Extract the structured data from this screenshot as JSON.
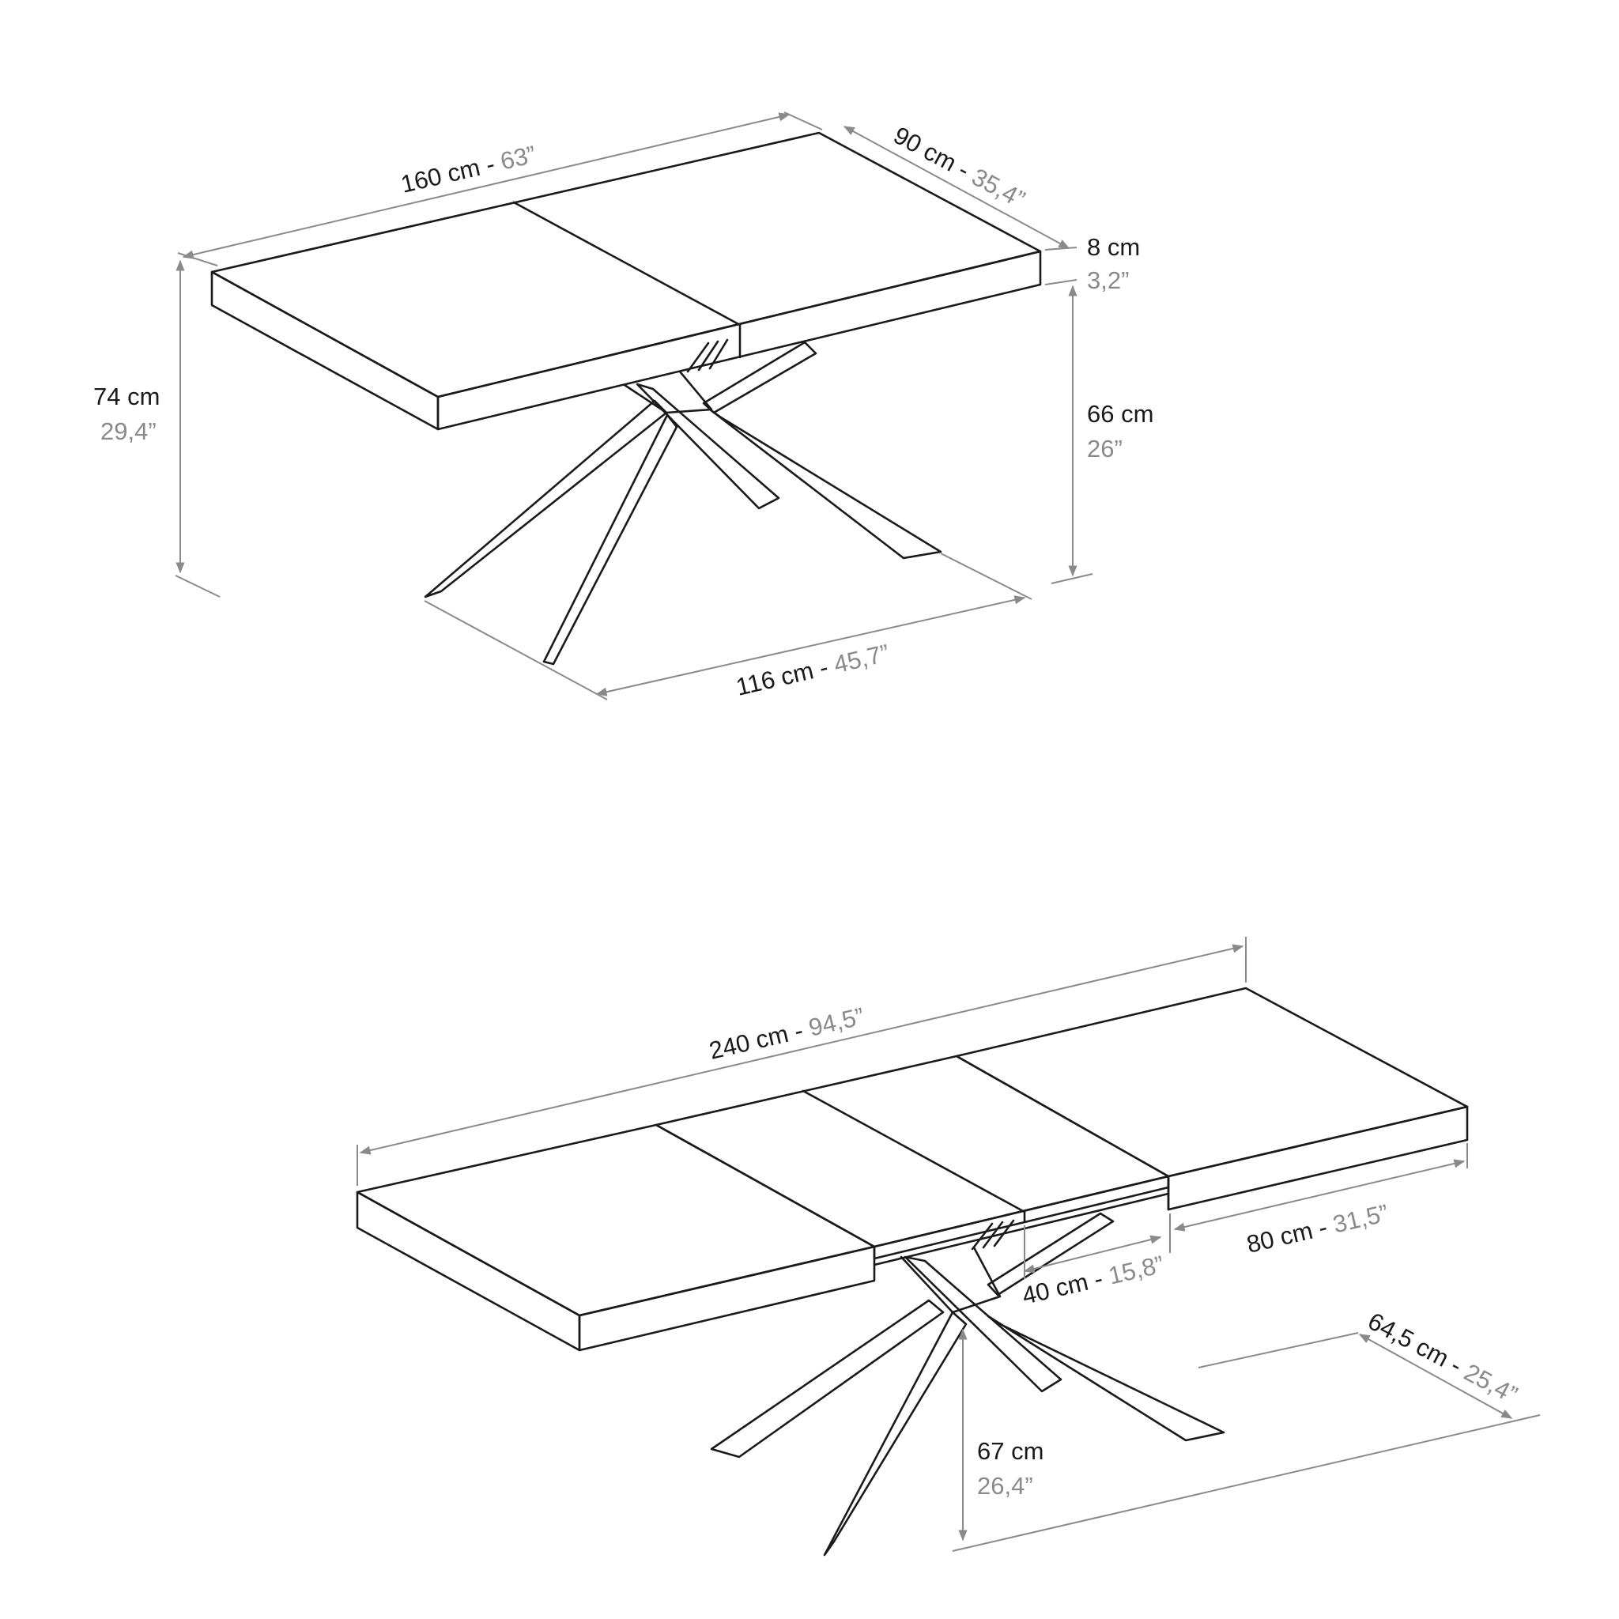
{
  "colors": {
    "line": "#1a1a1a",
    "dimension": "#8a8a8a",
    "background": "#ffffff"
  },
  "closed_table": {
    "length_cm": "160 cm",
    "length_in": "63”",
    "depth_cm": "90 cm",
    "depth_in": "35,4”",
    "thickness_cm": "8 cm",
    "thickness_in": "3,2”",
    "height_cm": "74 cm",
    "height_in": "29,4”",
    "leg_height_cm": "66 cm",
    "leg_height_in": "26”",
    "base_length_cm": "116 cm",
    "base_length_in": "45,7”"
  },
  "extended_table": {
    "length_cm": "240 cm",
    "length_in": "94,5”",
    "extension_cm": "80 cm",
    "extension_in": "31,5”",
    "leaf_cm": "40 cm",
    "leaf_in": "15,8”",
    "base_depth_cm": "64,5 cm",
    "base_depth_in": "25,4”",
    "leg_height_cm": "67 cm",
    "leg_height_in": "26,4”"
  }
}
